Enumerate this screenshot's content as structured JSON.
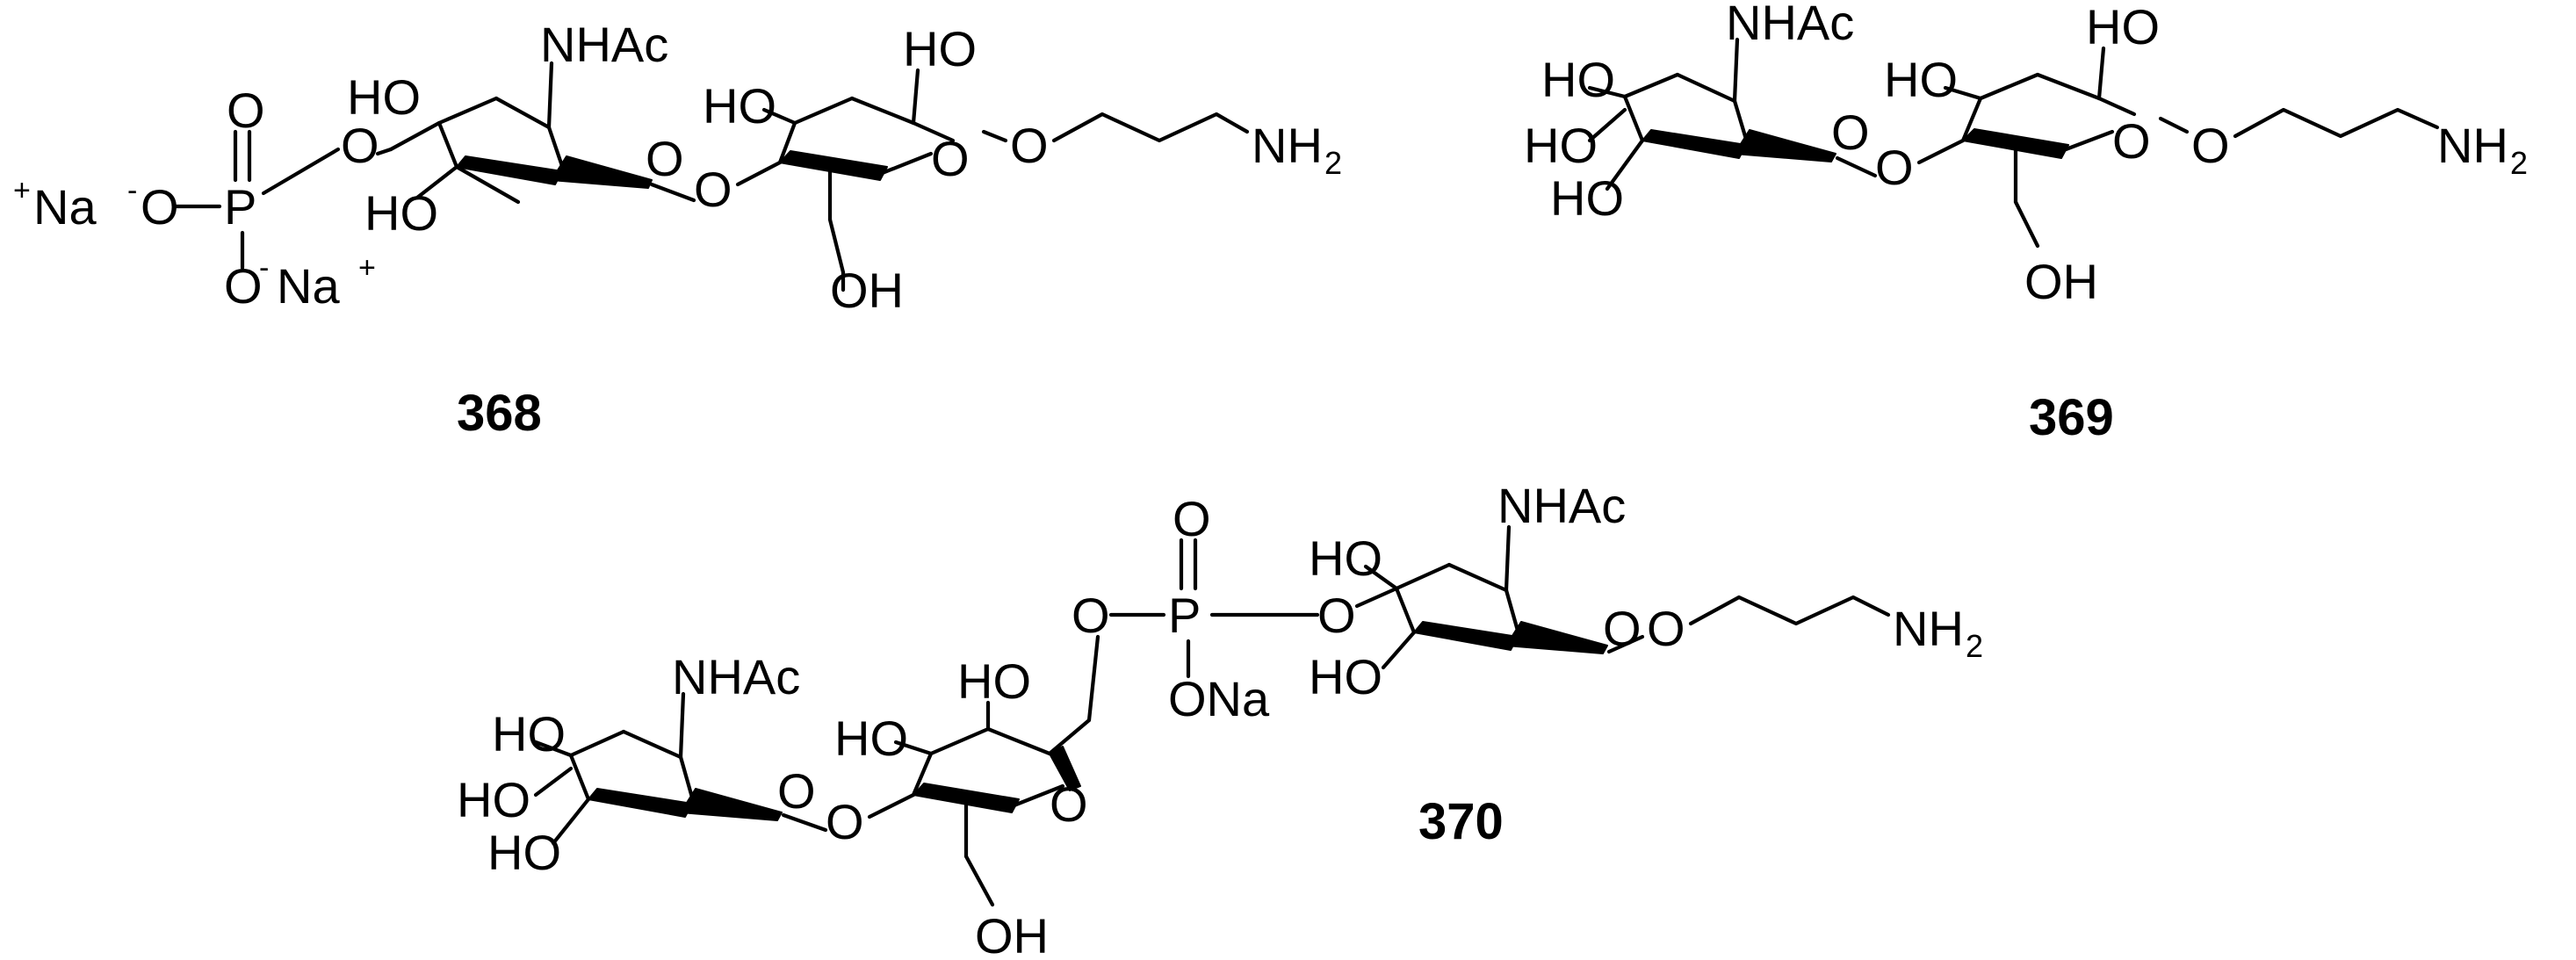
{
  "compounds": [
    {
      "id": "368",
      "label": "368",
      "groups": {
        "nhac_a": "NHAc",
        "ho_a1": "HO",
        "ho_a2": "HO",
        "o_link": "O",
        "ho_b1": "HO",
        "ho_b2": "HO",
        "o_ringA": "O",
        "o_ringB": "O",
        "o_aglycone": "O",
        "nh2_main": "NH",
        "nh2_sub": "2",
        "oh_c6": "OH",
        "o_phos_ester": "O",
        "p": "P",
        "o_dbl": "O",
        "o_neg1": "O",
        "o_neg2": "O",
        "na1": "Na",
        "na2": "Na",
        "plus": "+",
        "minus": "-"
      }
    },
    {
      "id": "369",
      "label": "369",
      "groups": {
        "nhac_a": "NHAc",
        "ho_a1": "HO",
        "ho_a2": "HO",
        "ho_a3": "HO",
        "o_link": "O",
        "ho_b1": "HO",
        "ho_b2": "HO",
        "o_ringA": "O",
        "o_ringB": "O",
        "o_aglycone": "O",
        "nh2_main": "NH",
        "nh2_sub": "2",
        "oh_c6": "OH"
      }
    },
    {
      "id": "370",
      "label": "370",
      "groups": {
        "nhac_left": "NHAc",
        "ho_l1": "HO",
        "ho_l2": "HO",
        "ho_l3": "HO",
        "o_link": "O",
        "ho_g1": "HO",
        "ho_g2": "HO",
        "oh_c6": "OH",
        "o_ringL": "O",
        "o_ringG": "O",
        "o_anomeric_phos": "O",
        "p": "P",
        "o_dbl": "O",
        "ona": "ONa",
        "o_ester": "O",
        "nhac_right": "NHAc",
        "ho_r1": "HO",
        "ho_r2": "HO",
        "o_ringR": "O",
        "o_aglycone": "O",
        "nh2_main": "NH",
        "nh2_sub": "2"
      }
    }
  ]
}
